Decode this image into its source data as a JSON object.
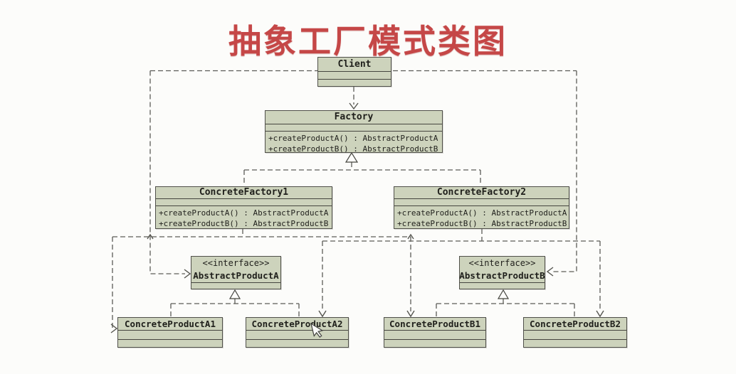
{
  "title": "抽象工厂模式类图",
  "colors": {
    "title_red": "#c54747",
    "box_fill": "#cdd3bc",
    "box_border": "#50504a",
    "connector_gray": "#5b5b57",
    "background": "#fcfcfa"
  },
  "classes": {
    "client": {
      "name": "Client"
    },
    "factory": {
      "name": "Factory",
      "methods": [
        "+createProductA() : AbstractProductA",
        "+createProductB() : AbstractProductB"
      ]
    },
    "concreteFactory1": {
      "name": "ConcreteFactory1",
      "methods": [
        "+createProductA() : AbstractProductA",
        "+createProductB() : AbstractProductB"
      ]
    },
    "concreteFactory2": {
      "name": "ConcreteFactory2",
      "methods": [
        "+createProductA() : AbstractProductA",
        "+createProductB() : AbstractProductB"
      ]
    },
    "abstractProductA": {
      "stereotype": "<<interface>>",
      "name": "AbstractProductA"
    },
    "abstractProductB": {
      "stereotype": "<<interface>>",
      "name": "AbstractProductB"
    },
    "concreteProductA1": {
      "name": "ConcreteProductA1"
    },
    "concreteProductA2": {
      "name": "ConcreteProductA2"
    },
    "concreteProductB1": {
      "name": "ConcreteProductB1"
    },
    "concreteProductB2": {
      "name": "ConcreteProductB2"
    }
  },
  "relationships": [
    {
      "type": "dependency",
      "from": "Client",
      "to": "Factory"
    },
    {
      "type": "dependency",
      "from": "Client",
      "to": "AbstractProductA"
    },
    {
      "type": "dependency",
      "from": "Client",
      "to": "AbstractProductB"
    },
    {
      "type": "realization",
      "from": "ConcreteFactory1",
      "to": "Factory"
    },
    {
      "type": "realization",
      "from": "ConcreteFactory2",
      "to": "Factory"
    },
    {
      "type": "realization",
      "from": "ConcreteProductA1",
      "to": "AbstractProductA"
    },
    {
      "type": "realization",
      "from": "ConcreteProductA2",
      "to": "AbstractProductA"
    },
    {
      "type": "realization",
      "from": "ConcreteProductB1",
      "to": "AbstractProductB"
    },
    {
      "type": "realization",
      "from": "ConcreteProductB2",
      "to": "AbstractProductB"
    },
    {
      "type": "dependency",
      "from": "ConcreteFactory1",
      "to": "ConcreteProductA1"
    },
    {
      "type": "dependency",
      "from": "ConcreteFactory1",
      "to": "ConcreteProductB1"
    },
    {
      "type": "dependency",
      "from": "ConcreteFactory2",
      "to": "ConcreteProductA2"
    },
    {
      "type": "dependency",
      "from": "ConcreteFactory2",
      "to": "ConcreteProductB2"
    }
  ]
}
